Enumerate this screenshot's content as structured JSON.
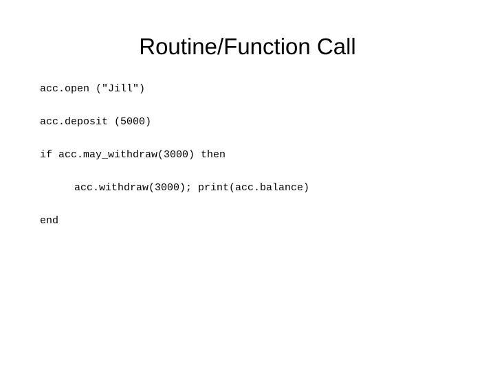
{
  "slide": {
    "title": "Routine/Function Call",
    "code_lines": [
      {
        "text": "acc.open (\"Jill\")",
        "indent": false
      },
      {
        "text": "acc.deposit (5000)",
        "indent": false
      },
      {
        "text": "if acc.may_withdraw(3000) then",
        "indent": false
      },
      {
        "text": "acc.withdraw(3000); print(acc.balance)",
        "indent": true
      },
      {
        "text": "end",
        "indent": false
      }
    ]
  }
}
